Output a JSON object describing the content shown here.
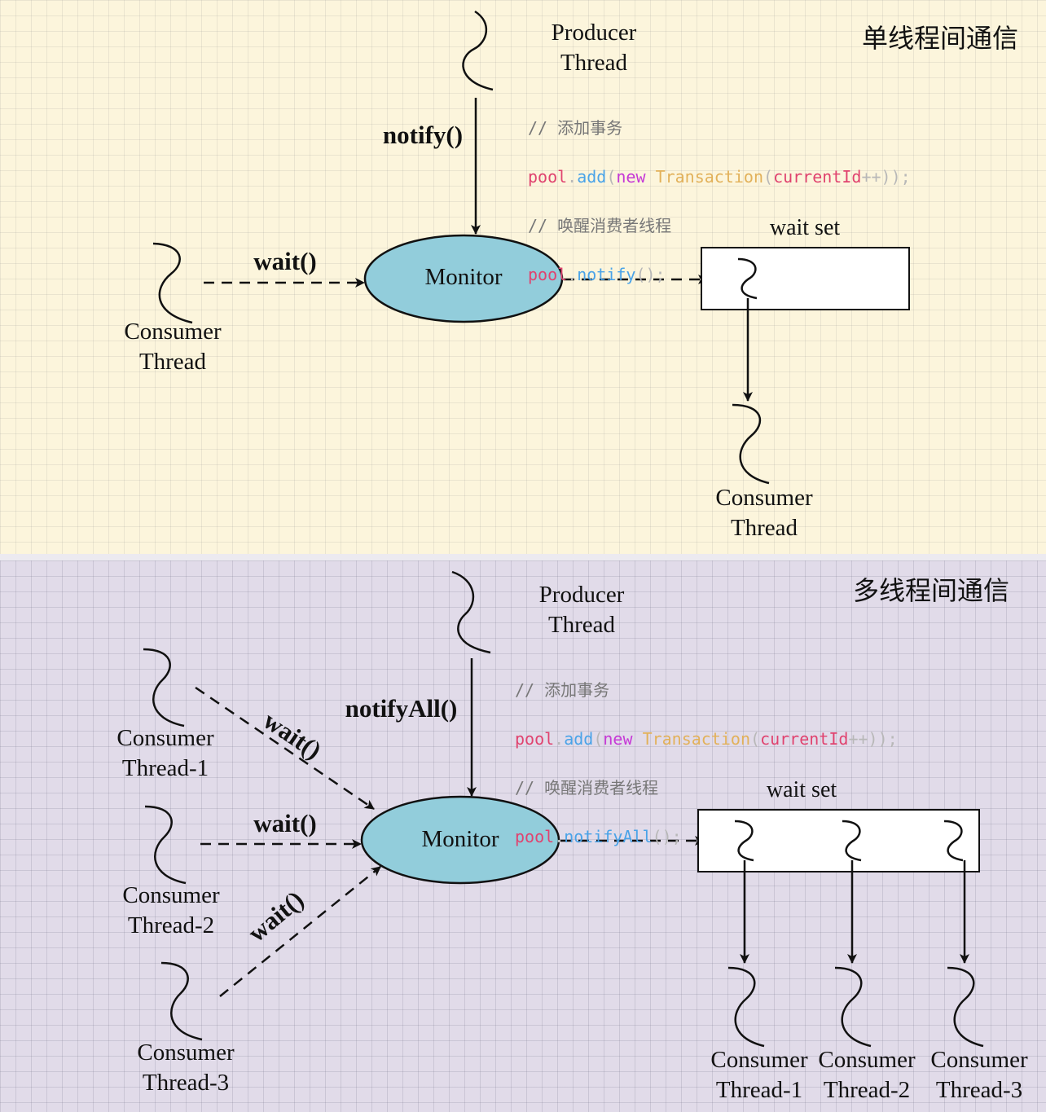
{
  "single": {
    "title": "单线程间通信",
    "producer": [
      "Producer",
      "Thread"
    ],
    "notify_label": "notify()",
    "wait_label": "wait()",
    "monitor": "Monitor",
    "wait_set": "wait set",
    "consumer_left": [
      "Consumer",
      "Thread"
    ],
    "consumer_out": [
      "Consumer",
      "Thread"
    ],
    "code": {
      "comment1": "// 添加事务",
      "var": "pool",
      "dot": ".",
      "add": "add",
      "paren_open": "(",
      "new": "new",
      "space": " ",
      "cls": "Transaction",
      "arg": "currentId",
      "plusplus": "++",
      "close": "));",
      "comment2": "// 唤醒消费者线程",
      "notify": "notify",
      "call_end": "();"
    }
  },
  "multi": {
    "title": "多线程间通信",
    "producer": [
      "Producer",
      "Thread"
    ],
    "notify_label": "notifyAll()",
    "wait_labels": [
      "wait()",
      "wait()",
      "wait()"
    ],
    "monitor": "Monitor",
    "wait_set": "wait set",
    "consumers_left": [
      [
        "Consumer",
        "Thread-1"
      ],
      [
        "Consumer",
        "Thread-2"
      ],
      [
        "Consumer",
        "Thread-3"
      ]
    ],
    "consumers_out": [
      [
        "Consumer",
        "Thread-1"
      ],
      [
        "Consumer",
        "Thread-2"
      ],
      [
        "Consumer",
        "Thread-3"
      ]
    ],
    "code": {
      "comment1": "// 添加事务",
      "var": "pool",
      "dot": ".",
      "add": "add",
      "paren_open": "(",
      "new": "new",
      "space": " ",
      "cls": "Transaction",
      "arg": "currentId",
      "plusplus": "++",
      "close": "));",
      "comment2": "// 唤醒消费者线程",
      "notify": "notifyAll",
      "call_end": "();"
    }
  },
  "colors": {
    "single_bg": "#fcf5dc",
    "multi_bg": "#e1dbe9",
    "monitor_fill": "#92cddb"
  }
}
